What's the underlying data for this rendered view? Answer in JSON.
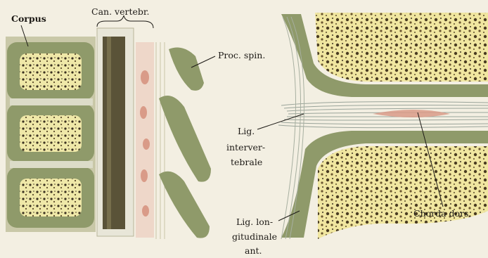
{
  "figure": {
    "left_panel": {
      "labels": {
        "corpus": "Corpus",
        "canal": "Can. vertebr.",
        "proc_spin": "Proc. spin."
      }
    },
    "right_panel": {
      "labels": {
        "lig_inter_1": "Lig.",
        "lig_inter_2": "interver-",
        "lig_inter_3": "tebrale",
        "lig_long_1": "Lig. lon-",
        "lig_long_2": "gitudinale",
        "lig_long_3": "ant.",
        "chorda": "Chorda dors."
      }
    },
    "colors": {
      "background": "#f3efe2",
      "bone_green": "#8f9a6a",
      "marrow_yellow": "#efe8a8",
      "marrow_dark": "#3a3020",
      "cord_dark": "#4a4330",
      "pink_tissue": "#d99b88"
    }
  }
}
